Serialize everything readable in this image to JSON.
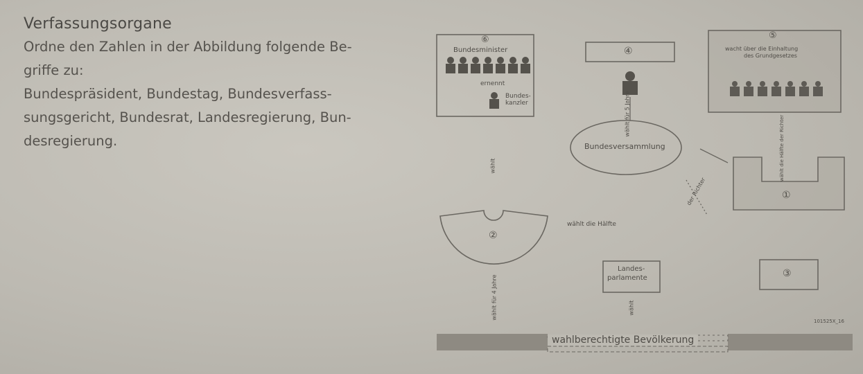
{
  "task": {
    "title": "Verfassungsorgane",
    "lines": [
      "Ordne den Zahlen in der Abbildung folgende Be-",
      "griffe zu:",
      "Bundespräsident, Bundestag, Bundesverfass-",
      "sungsgericht, Bundesrat, Landesregierung, Bun-",
      "desregierung."
    ]
  },
  "diagram": {
    "num6": "⑥",
    "bundesminister": "Bundesminister",
    "ernennt": "ernennt",
    "bundeskanzler_1": "Bundes-",
    "bundeskanzler_2": "kanzler",
    "num4": "④",
    "num5": "⑤",
    "wacht_1": "wacht über die Einhaltung",
    "wacht_2": "des Grundgesetzes",
    "waehlt_5": "wählt für 5 Jahre",
    "bundesversammlung": "Bundesversammlung",
    "waehlt_left": "wählt",
    "waehlt_haelfte_richter": "wählt die Hälfte der Richter",
    "der_richter": "der Richter",
    "num1": "①",
    "num2": "②",
    "waehlt_haelfte": "wählt die Hälfte",
    "landesparlamente_1": "Landes-",
    "landesparlamente_2": "parlamente",
    "num3": "③",
    "waehlt_4": "wählt für 4 Jahre",
    "waehlt_bottom": "wählt",
    "code": "101525X_16",
    "bevoelkerung": "wahlberechtigte Bevölkerung"
  }
}
